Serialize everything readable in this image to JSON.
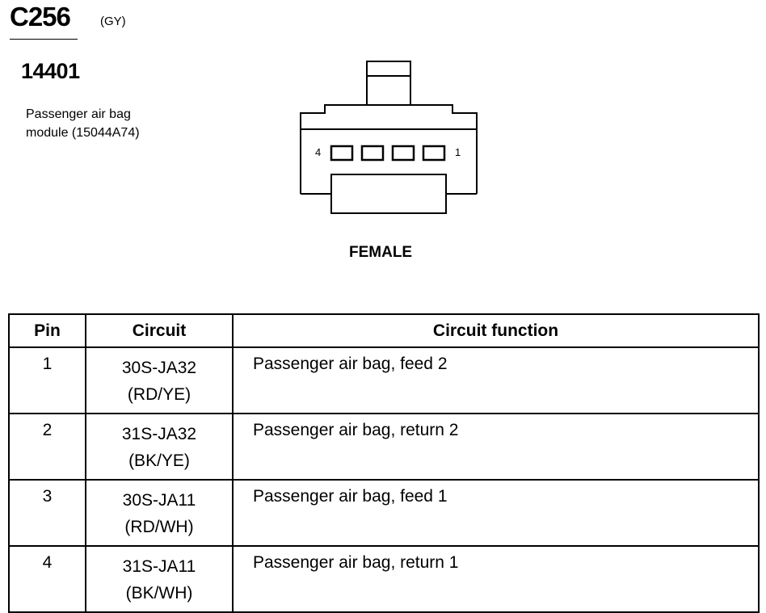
{
  "connector": {
    "id": "C256",
    "color": "(GY)",
    "part_number": "14401",
    "description_line1": "Passenger air bag",
    "description_line2": "module (15044A74)",
    "pin_left": "4",
    "pin_right": "1",
    "gender": "FEMALE"
  },
  "table": {
    "headers": {
      "pin": "Pin",
      "circuit": "Circuit",
      "function": "Circuit function"
    },
    "rows": [
      {
        "pin": "1",
        "circuit": "30S-JA32",
        "wire_color": "(RD/YE)",
        "function": "Passenger air bag, feed 2"
      },
      {
        "pin": "2",
        "circuit": "31S-JA32",
        "wire_color": "(BK/YE)",
        "function": "Passenger air bag, return 2"
      },
      {
        "pin": "3",
        "circuit": "30S-JA11",
        "wire_color": "(RD/WH)",
        "function": "Passenger air bag, feed 1"
      },
      {
        "pin": "4",
        "circuit": "31S-JA11",
        "wire_color": "(BK/WH)",
        "function": "Passenger air bag, return 1"
      }
    ]
  }
}
